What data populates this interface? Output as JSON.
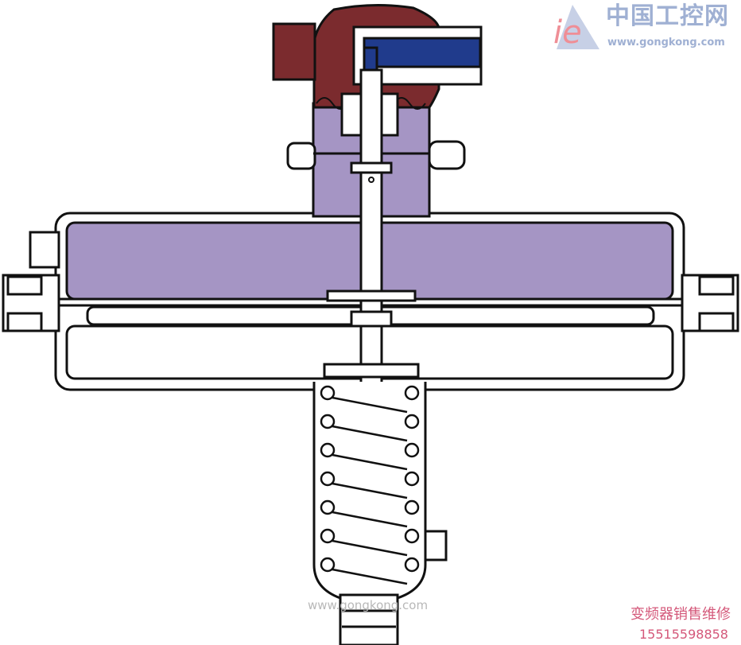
{
  "logo": {
    "name_cn": "中国工控网",
    "url": "www.gongkong.com",
    "mark": "ie"
  },
  "watermark": "www.gongkong.com",
  "ad": {
    "line1": "变频器销售维修",
    "line2": "15515598858"
  },
  "colors": {
    "signal_chamber": "#7b2b2e",
    "supply_port": "#203b8c",
    "diaphragm_chamber": "#a595c4",
    "outline": "#111111"
  }
}
